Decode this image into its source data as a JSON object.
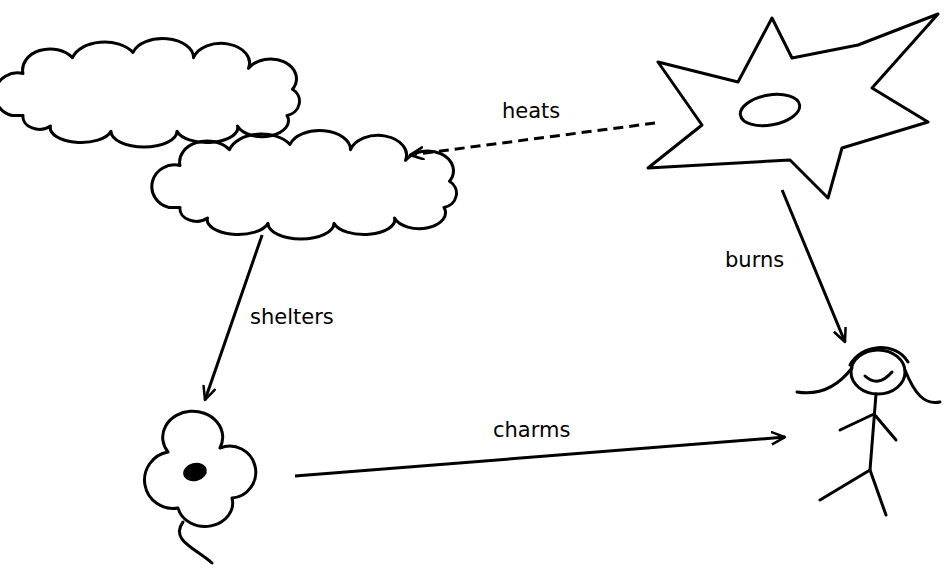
{
  "diagram": {
    "nodes": [
      {},
      {},
      {},
      {}
    ],
    "edges": [
      {
        "from": 1,
        "to": 0,
        "label": "heats",
        "arrow": "to"
      },
      {
        "from": 0,
        "to": 2,
        "label": "shelters",
        "arrow": "to"
      },
      {
        "from": 1,
        "to": 3,
        "label": "burns",
        "arrow": "to"
      },
      {
        "from": 2,
        "to": 3,
        "label": "charms",
        "arrow": "to"
      }
    ]
  }
}
